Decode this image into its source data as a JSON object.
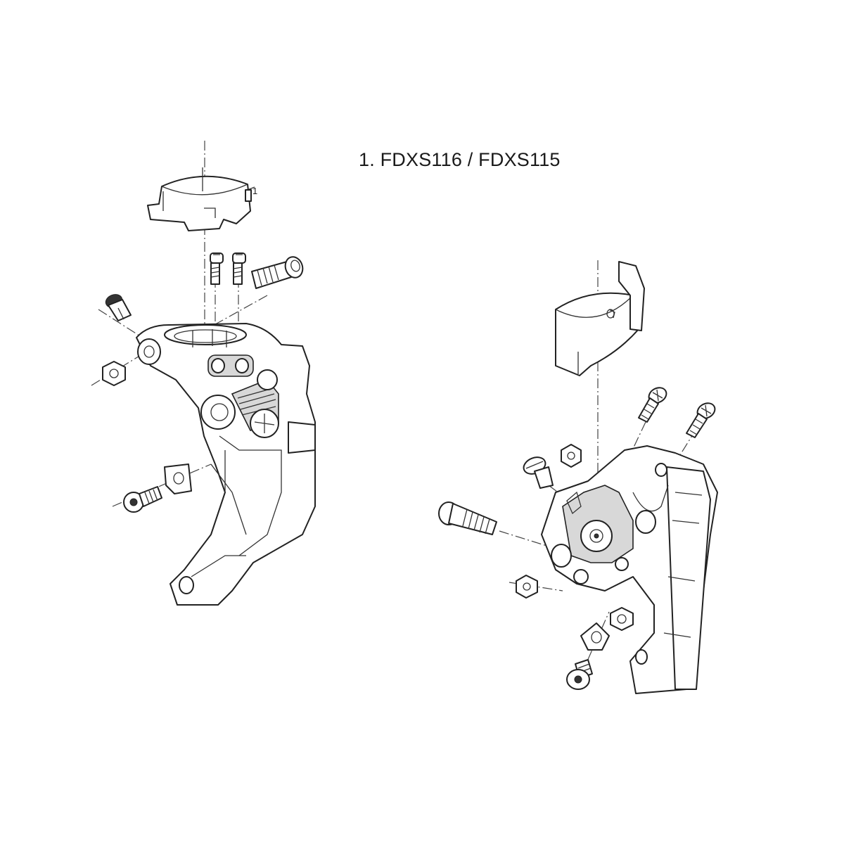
{
  "diagram": {
    "title": "1. FDXS116 / FDXS115",
    "callout_label": "1",
    "assemblies": [
      {
        "name": "left-derailleur",
        "parts": [
          "clamp-band",
          "pan-screw",
          "pan-screw",
          "long-bolt",
          "knurled-screw",
          "hex-nut",
          "mount-plate",
          "cap-screw"
        ]
      },
      {
        "name": "right-derailleur",
        "parts": [
          "clamp-band",
          "pan-screw",
          "pan-screw",
          "hex-nut",
          "knurled-screw",
          "long-bolt",
          "hex-nut",
          "hex-nut",
          "mount-plate",
          "cap-screw"
        ]
      }
    ]
  }
}
